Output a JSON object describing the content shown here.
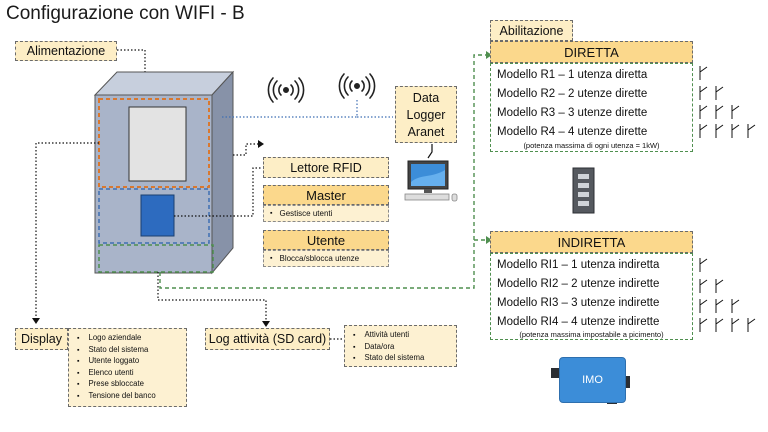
{
  "title": "Configurazione con WIFI - B",
  "alimentazione": "Alimentazione",
  "data_logger": {
    "line1": "Data",
    "line2": "Logger",
    "line3": "Aranet"
  },
  "abilitazione": "Abilitazione",
  "diretta": {
    "header": "DIRETTA",
    "rows": [
      "Modello R1 – 1 utenza diretta",
      "Modello R2 – 2 utenze dirette",
      "Modello R3 – 3 utenze dirette",
      "Modello R4 – 4 utenze dirette"
    ],
    "note": "(potenza massima di ogni utenza = 1kW)"
  },
  "indiretta": {
    "header": "INDIRETTA",
    "rows": [
      "Modello RI1 – 1 utenza indiretta",
      "Modello RI2 – 2 utenze indirette",
      "Modello RI3 – 3 utenze indirette",
      "Modello RI4 – 4 utenze indirette"
    ],
    "note": "(potenza massima impostabile a picimento)"
  },
  "lettore_rfid": "Lettore RFID",
  "master": {
    "header": "Master",
    "item": "Gestisce utenti"
  },
  "utente": {
    "header": "Utente",
    "item": "Blocca/sblocca utenze"
  },
  "display": {
    "label": "Display",
    "items": [
      "Logo aziendale",
      "Stato del sistema",
      "Utente loggato",
      "Elenco utenti",
      "Prese sbloccate",
      "Tensione del banco"
    ]
  },
  "log": {
    "label": "Log attività (SD card)",
    "items": [
      "Attività utenti",
      "Data/ora",
      "Stato del sistema"
    ]
  },
  "imo": "IMO",
  "colors": {
    "panel_fill": "#fdeec6",
    "header_fill": "#fbd88c",
    "cabinet": "#a9b4c9",
    "green_dash": "#4f8f4f",
    "orange_dash": "#d9782f",
    "blue_dash": "#3f6fb3"
  }
}
